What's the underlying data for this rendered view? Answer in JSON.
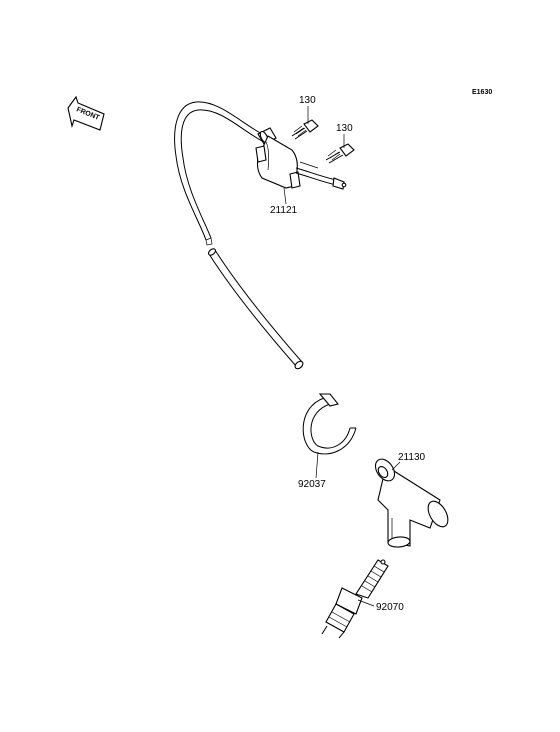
{
  "diagram": {
    "code": "E1630",
    "front_label": "FRONT",
    "parts": [
      {
        "id": "130",
        "label": "130"
      },
      {
        "id": "130",
        "label": "130"
      },
      {
        "id": "21121",
        "label": "21121"
      },
      {
        "id": "92037",
        "label": "92037"
      },
      {
        "id": "21130",
        "label": "21130"
      },
      {
        "id": "92070",
        "label": "92070"
      }
    ]
  }
}
